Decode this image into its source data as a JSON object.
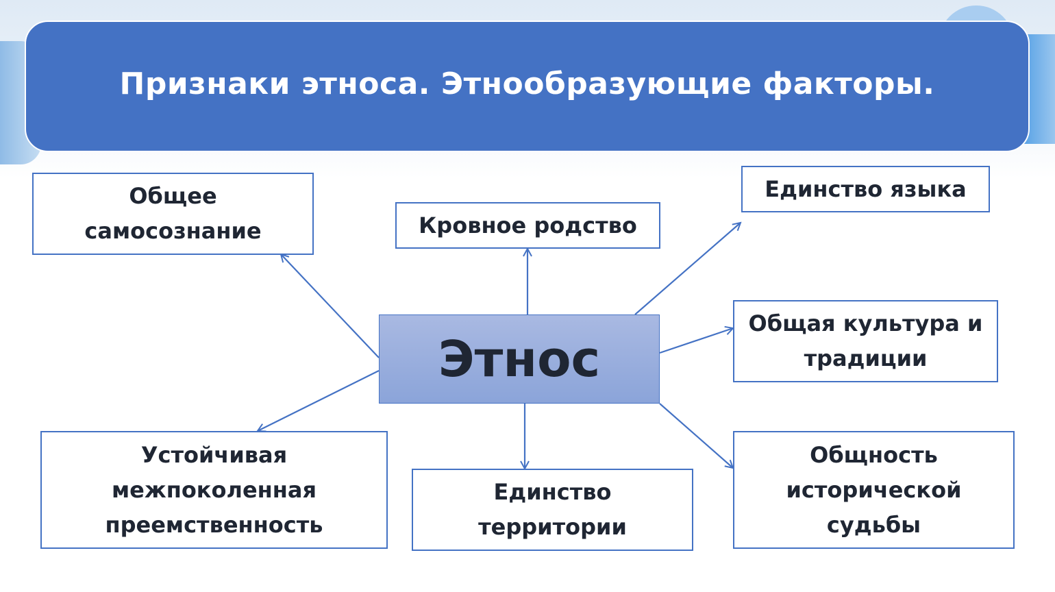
{
  "title": "Признаки этноса. Этнообразующие факторы.",
  "center": "Этнос",
  "colors": {
    "accent": "#4472c4",
    "title_text": "#ffffff",
    "node_text": "#1f2633",
    "center_fill_top": "#a9b9e2",
    "center_fill_bottom": "#8ba4d9"
  },
  "nodes": {
    "self_awareness": "Общее самосознание",
    "blood_kinship": "Кровное родство",
    "language": "Единство языка",
    "culture": "Общая культура и традиции",
    "continuity": "Устойчивая межпоколенная преемственность",
    "territory": "Единство территории",
    "history": "Общность исторической судьбы"
  }
}
